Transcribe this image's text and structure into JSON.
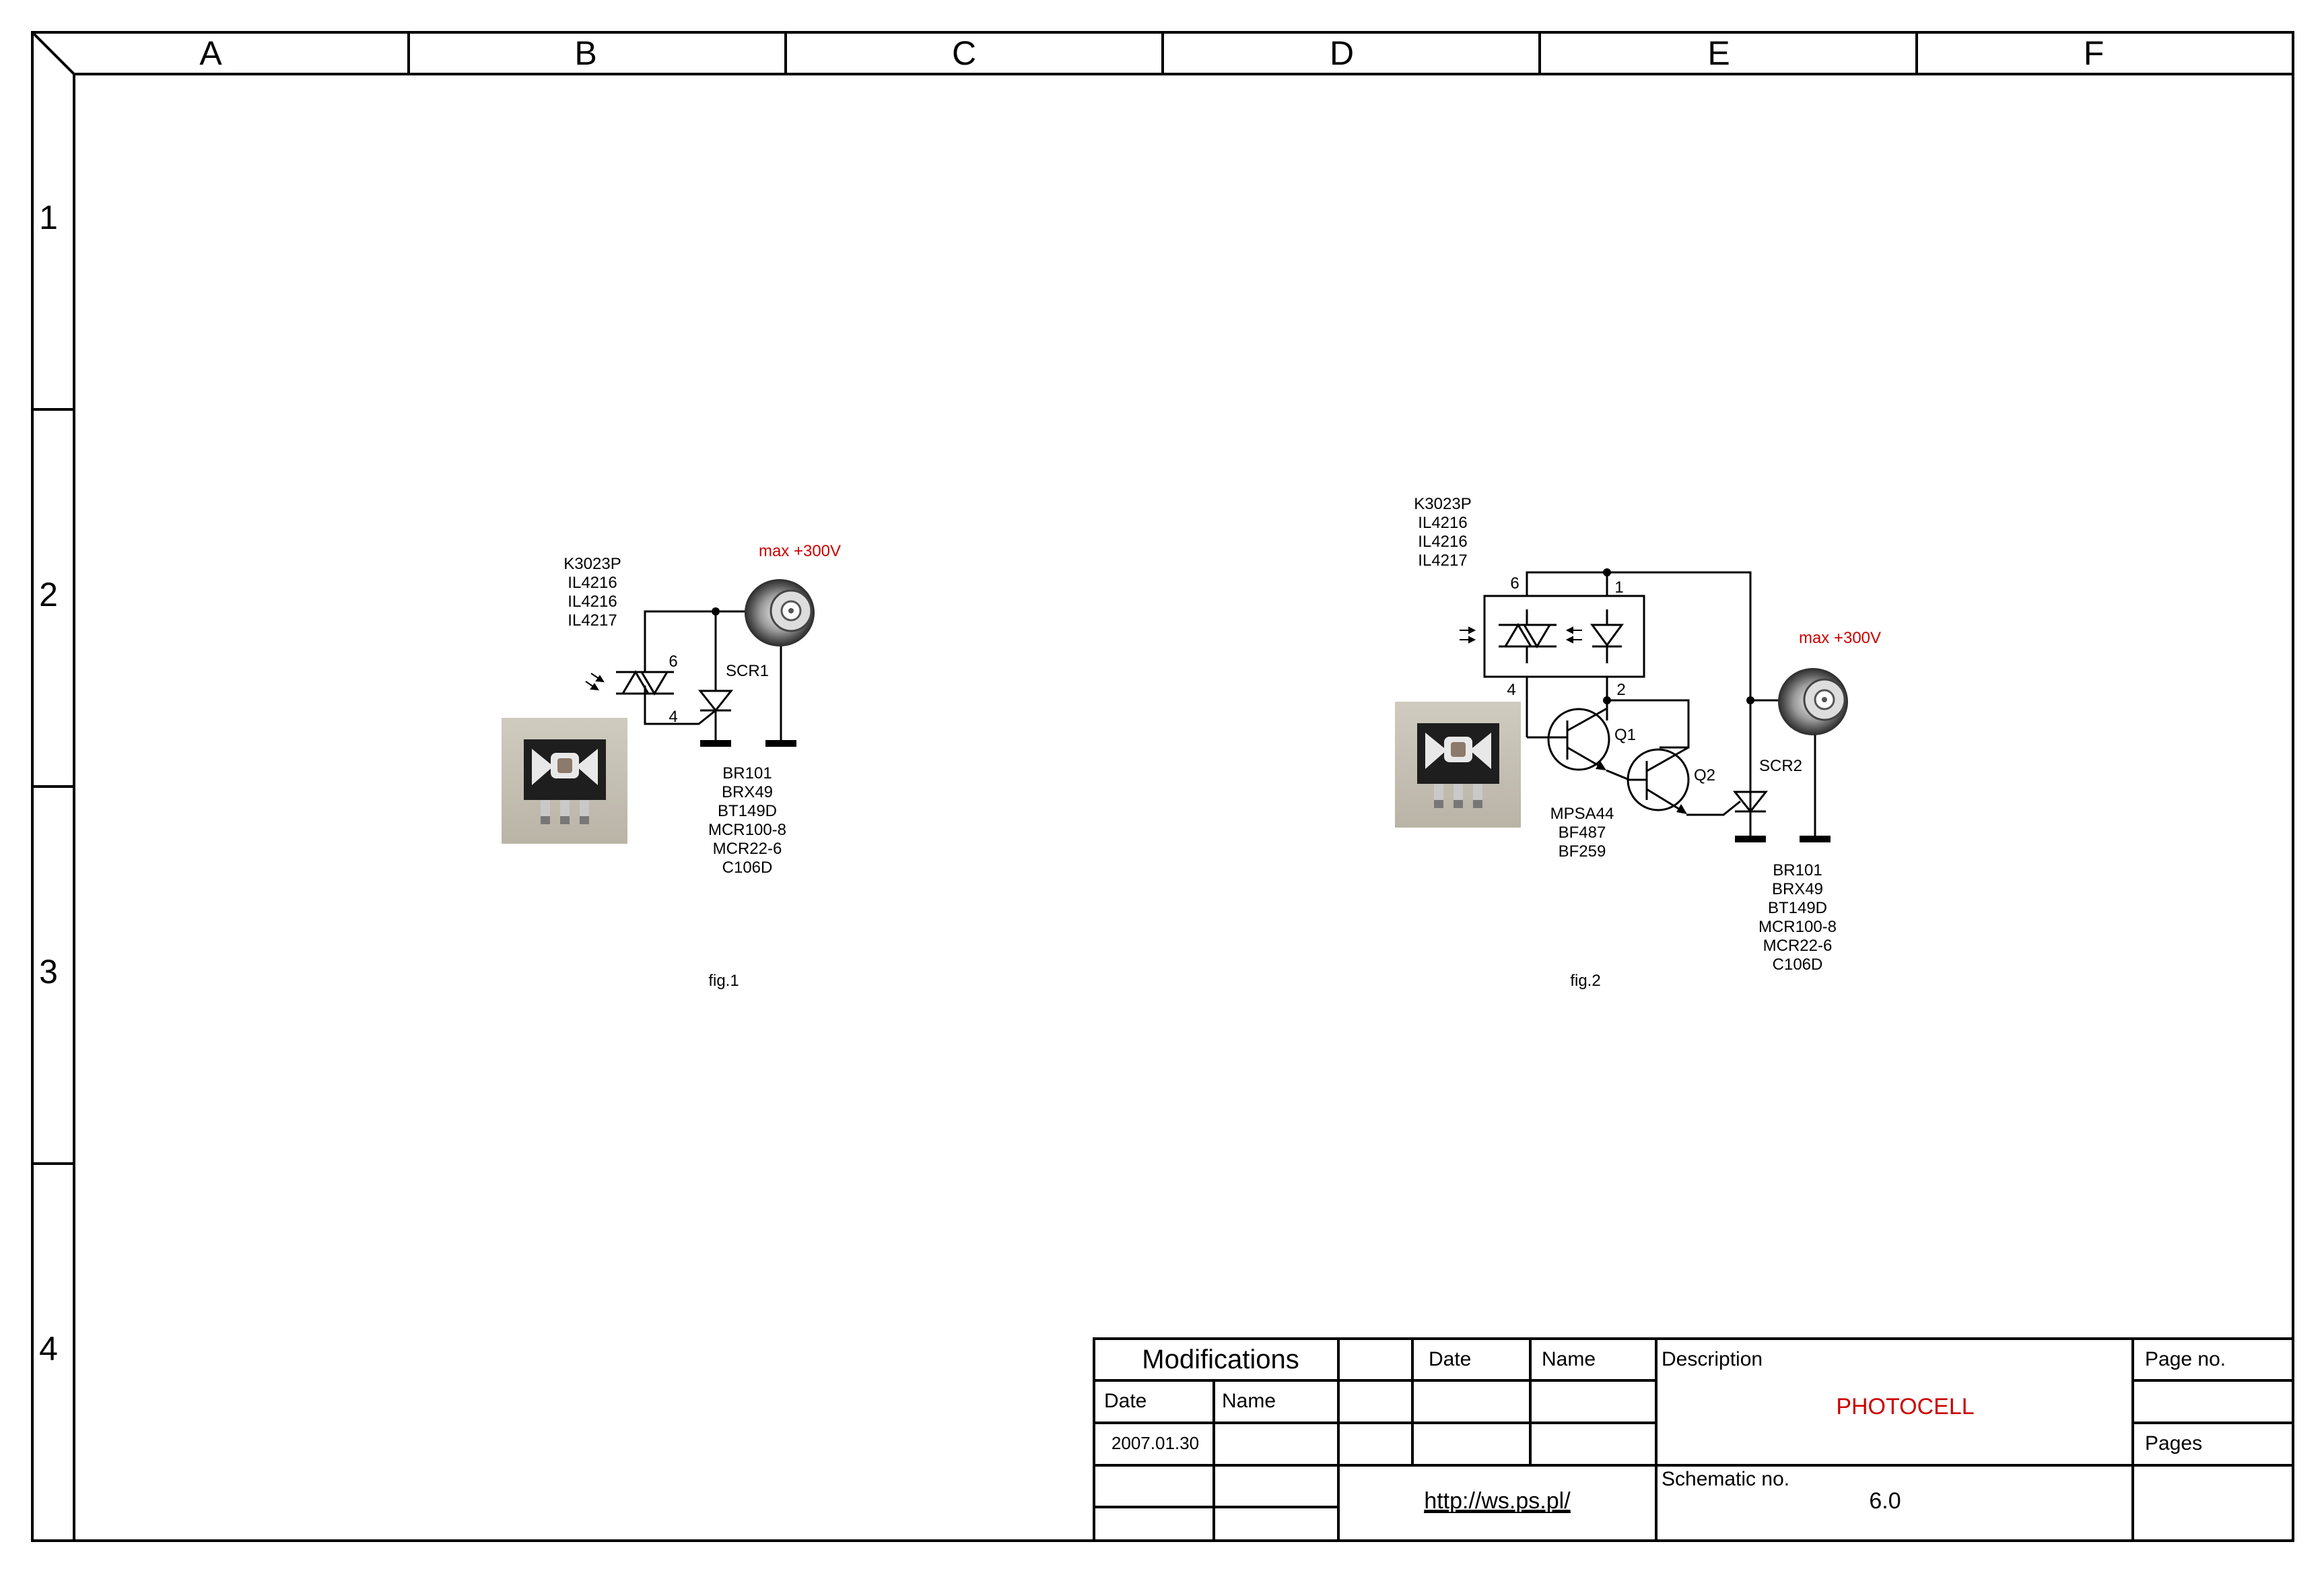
{
  "frame": {
    "columns": [
      "A",
      "B",
      "C",
      "D",
      "E",
      "F"
    ],
    "rows": [
      "1",
      "2",
      "3",
      "4"
    ]
  },
  "fig1": {
    "optocoupler_parts": [
      "K3023P",
      "IL4216",
      "IL4216",
      "IL4217"
    ],
    "voltage": "max +300V",
    "pin_6": "6",
    "pin_4": "4",
    "scr_label": "SCR1",
    "scr_parts": [
      "BR101",
      "BRX49",
      "BT149D",
      "MCR100-8",
      "MCR22-6",
      "C106D"
    ],
    "caption": "fig.1"
  },
  "fig2": {
    "optocoupler_parts": [
      "K3023P",
      "IL4216",
      "IL4216",
      "IL4217"
    ],
    "pin_6": "6",
    "pin_1": "1",
    "pin_4": "4",
    "pin_2": "2",
    "voltage": "max +300V",
    "q1_label": "Q1",
    "q2_label": "Q2",
    "transistor_parts": [
      "MPSA44",
      "BF487",
      "BF259"
    ],
    "scr_label": "SCR2",
    "scr_parts": [
      "BR101",
      "BRX49",
      "BT149D",
      "MCR100-8",
      "MCR22-6",
      "C106D"
    ],
    "caption": "fig.2"
  },
  "title_block": {
    "modifications": "Modifications",
    "mod_date_header": "Date",
    "mod_name_header": "Name",
    "mod_date_value": "2007.01.30",
    "date_header": "Date",
    "name_header": "Name",
    "description_label": "Description",
    "title": "PHOTOCELL",
    "url": "http://ws.ps.pl/",
    "schematic_no_label": "Schematic no.",
    "schematic_no": "6.0",
    "page_no_label": "Page no.",
    "pages_label": "Pages"
  },
  "colors": {
    "title": "#cc0000",
    "voltage": "#cc0000",
    "lines": "#000000"
  }
}
